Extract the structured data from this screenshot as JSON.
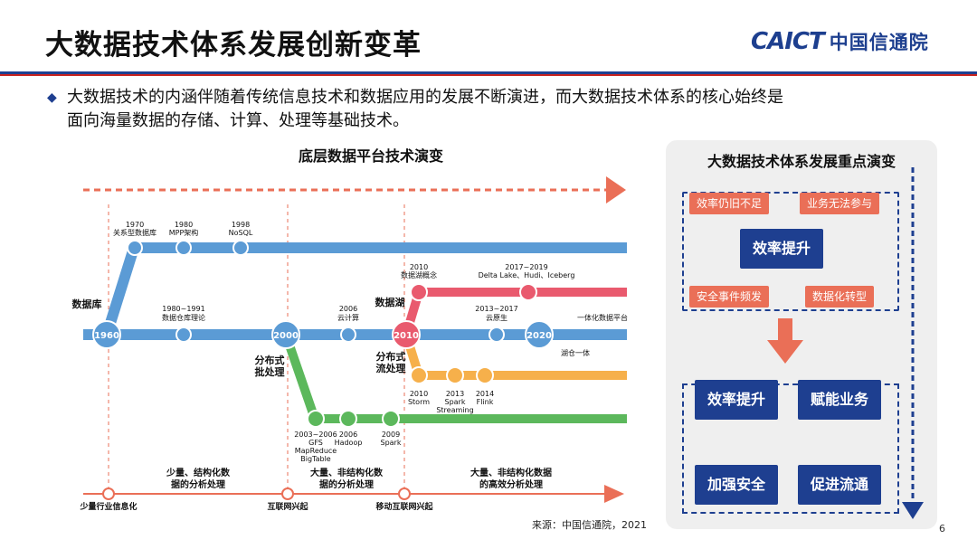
{
  "header": {
    "title": "大数据技术体系发展创新变革",
    "logo_mark": "CAICT",
    "logo_text": "中国信通院"
  },
  "bullet": {
    "line1": "大数据技术的内涵伴随着传统信息技术和数据应用的发展不断演进，而大数据技术体系的核心始终是",
    "line2": "面向海量数据的存储、计算、处理等基础技术。"
  },
  "timeline": {
    "title": "底层数据平台技术演变",
    "lane_labels": {
      "database": "数据库",
      "batch": "分布式\n批处理",
      "datalake": "数据湖",
      "stream": "分布式\n流处理"
    },
    "main_nodes": [
      "1960",
      "2000",
      "2010",
      "2020"
    ],
    "top_row": [
      {
        "year": "1970",
        "label": "关系型数据库"
      },
      {
        "year": "1980",
        "label": "MPP架构"
      },
      {
        "year": "1998",
        "label": "NoSQL"
      }
    ],
    "main_row": [
      {
        "year": "1980~1991",
        "label": "数据仓库理论"
      },
      {
        "year": "2006",
        "label": "云计算"
      },
      {
        "year": "2013~2017",
        "label": "云原生"
      },
      {
        "year": "",
        "label": "一体化数据平台"
      },
      {
        "year": "",
        "label": "湖仓一体"
      }
    ],
    "lake_row": [
      {
        "year": "2010",
        "label": "数据湖概念"
      },
      {
        "year": "2017~2019",
        "label": "Delta Lake、Hudi、Iceberg"
      }
    ],
    "stream_row": [
      {
        "year": "2010",
        "label": "Storm"
      },
      {
        "year": "2013",
        "label": "Spark Streaming"
      },
      {
        "year": "2014",
        "label": "Flink"
      }
    ],
    "batch_row": [
      {
        "year": "2003~2006",
        "label": "GFS MapReduce BigTable"
      },
      {
        "year": "2006",
        "label": "Hadoop"
      },
      {
        "year": "2009",
        "label": "Spark"
      }
    ],
    "eras": [
      "少量、结构化数据的分析处理",
      "大量、非结构化数据的分析处理",
      "大量、非结构化数据的高效分析处理"
    ],
    "eras_lines": [
      [
        "少量、结构化数",
        "据的分析处理"
      ],
      [
        "大量、非结构化数",
        "据的分析处理"
      ],
      [
        "大量、非结构化数据",
        "的高效分析处理"
      ]
    ],
    "milestones": [
      "少量行业信息化",
      "互联网兴起",
      "移动互联网兴起"
    ]
  },
  "side": {
    "title": "大数据技术体系发展重点演变",
    "problems": [
      "效率仍旧不足",
      "业务无法参与",
      "安全事件频发",
      "数据化转型"
    ],
    "center": "效率提升",
    "outcomes": [
      "效率提升",
      "赋能业务",
      "加强安全",
      "促进流通"
    ]
  },
  "footer": {
    "source": "来源：中国信通院，2021",
    "page": "6"
  },
  "colors": {
    "blue_line": "#5b9bd5",
    "orange_line": "#f6b04b",
    "green_line": "#5cb85c",
    "red_line": "#e95a6e",
    "brand": "#1e3f90",
    "accent": "#ea6f57"
  }
}
